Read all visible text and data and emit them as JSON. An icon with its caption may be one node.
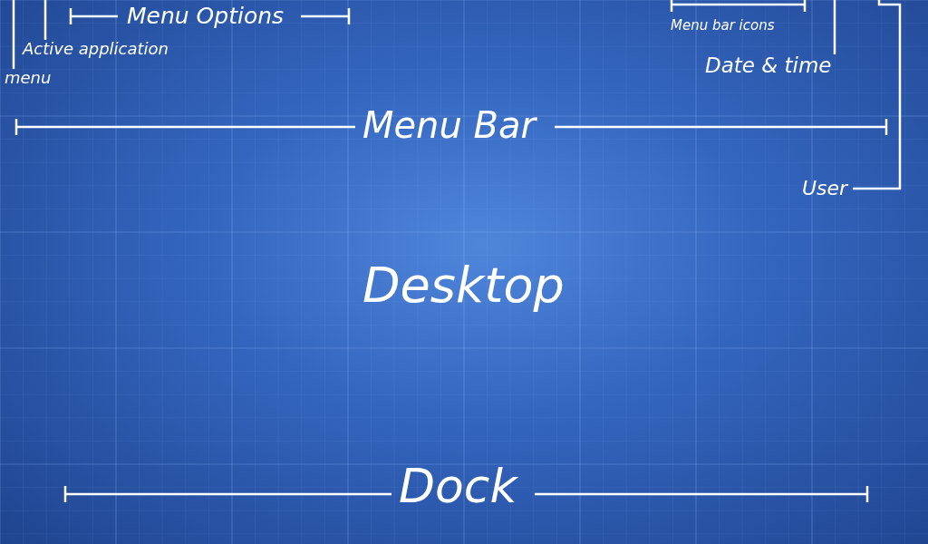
{
  "diagram": {
    "nodes": [
      {
        "text": [
          "menu"
        ]
      },
      {
        "text": [
          "Active application"
        ]
      },
      {
        "text": [
          "Date & time"
        ]
      },
      {
        "text": [
          "User"
        ]
      }
    ],
    "edges": [
      {
        "from": 0,
        "to": null,
        "arrow": "none"
      },
      {
        "from": 1,
        "to": null,
        "arrow": "none"
      },
      {
        "from": 2,
        "to": null,
        "arrow": "none"
      },
      {
        "from": 3,
        "to": null,
        "arrow": "none"
      }
    ],
    "labels": [
      "Menu Options",
      "Menu bar icons",
      "Menu Bar",
      "Desktop",
      "Dock"
    ]
  }
}
